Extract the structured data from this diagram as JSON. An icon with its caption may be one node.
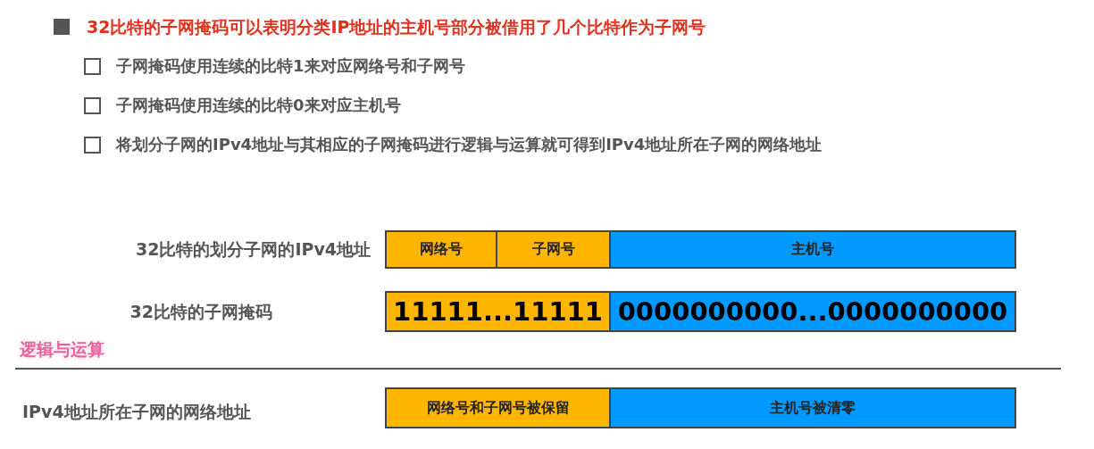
{
  "diagram": {
    "nodes": [
      {
        "text": [
          "网络号"
        ]
      },
      {
        "text": [
          "子网号"
        ]
      },
      {
        "text": [
          "主机号"
        ]
      },
      {
        "text": [
          "11111...11111"
        ]
      },
      {
        "text": [
          "0000000000...0000000000"
        ]
      },
      {
        "text": [
          "网络号和子网号被保留"
        ]
      },
      {
        "text": [
          "主机号被清零"
        ]
      }
    ],
    "edges": [],
    "labels": [
      "32比特的子网掩码可以表明分类IP地址的主机号部分被借用了几个比特作为子网号",
      "子网掩码使用**连续的比特1来对应网络号和子网号**",
      "子网掩码使用**连续的比特0来对应主机号**",
      "将划分子网的**IPv4地址**与其相应的**子网掩码**进行**逻辑与运算**就可得到IPv4地址**所在子网的网络地址**",
      "32比特的划分子网的IPv4地址",
      "32比特的子网掩码",
      "逻辑与运算",
      "IPv4地址所在子网的网络地址"
    ]
  }
}
